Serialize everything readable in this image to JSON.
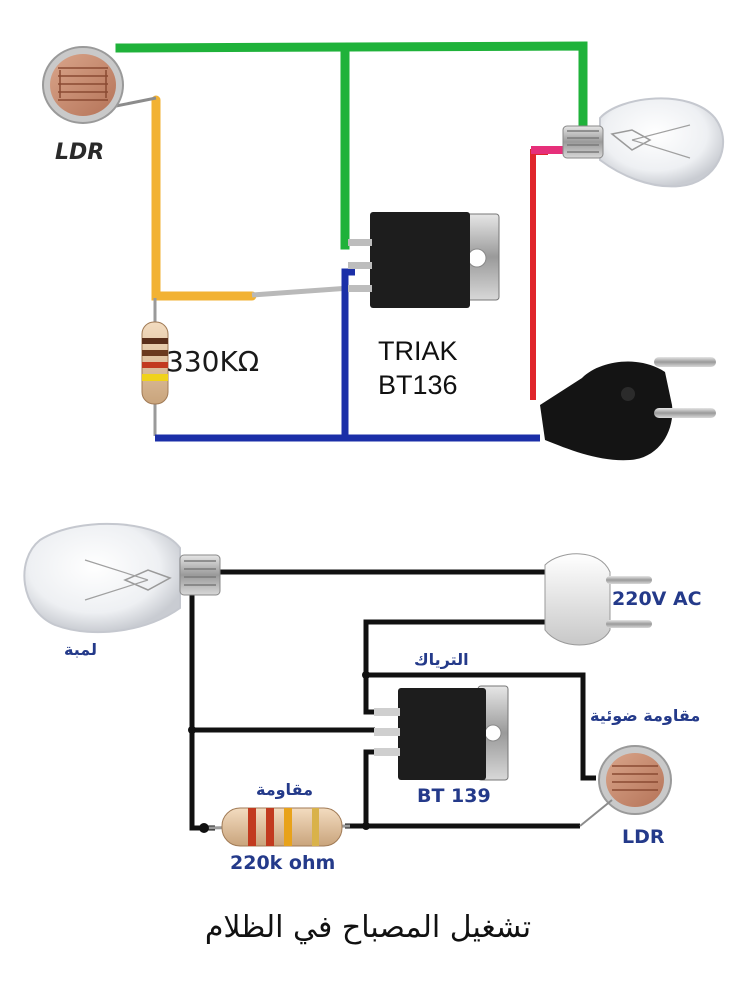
{
  "top_circuit": {
    "ldr_label": "LDR",
    "resistor_label": "330KΩ",
    "triac_label_line1": "TRIAK",
    "triac_label_line2": "BT136"
  },
  "bottom_circuit": {
    "lamp_label": "لمبة",
    "plug_label": "220V AC",
    "triac_ar_label": "الترياك",
    "triac_label": "BT 139",
    "ldr_ar_label": "مقاومة ضوئية",
    "ldr_label": "LDR",
    "resistor_ar_label": "مقاومة",
    "resistor_label": "220k ohm"
  },
  "caption": "تشغيل المصباح في الظلام",
  "colors": {
    "wire_green": "#1fb23a",
    "wire_orange": "#f2b233",
    "wire_blue": "#1b2fa8",
    "wire_red": "#e0262b",
    "wire_pink": "#e62f7a",
    "wire_black": "#111111",
    "label_blue": "#243a8a"
  },
  "icons": [
    "ldr-icon",
    "resistor-icon",
    "triac-icon",
    "bulb-icon",
    "plug-icon"
  ]
}
